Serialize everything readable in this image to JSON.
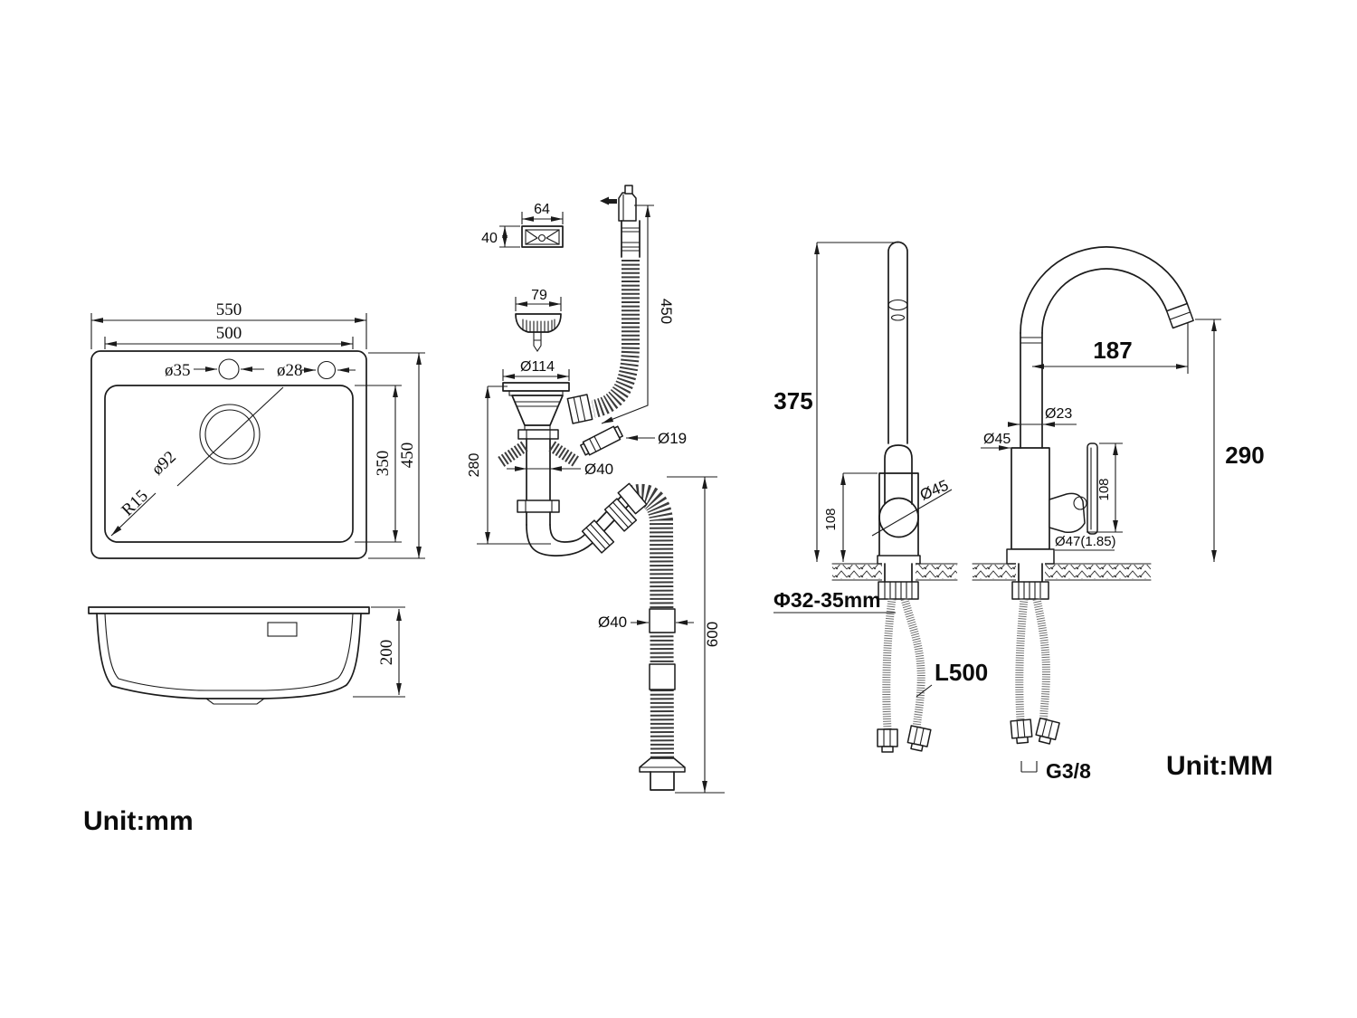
{
  "units": {
    "left": "Unit:mm",
    "right": "Unit:MM"
  },
  "sink_top_view": {
    "outer_width": "550",
    "inner_width": "500",
    "outer_depth": "450",
    "inner_depth": "350",
    "faucet_hole": "ø35",
    "accessory_hole": "ø28",
    "drain_hole": "ø92",
    "corner_radius": "R15"
  },
  "sink_side_view": {
    "depth": "200"
  },
  "drain_assembly": {
    "overflow_cover_width": "64",
    "overflow_cover_height": "40",
    "strainer_diameter": "79",
    "flange_diameter": "Ø114",
    "tailpiece_height": "280",
    "overflow_hose_length": "450",
    "overflow_pipe_diameter": "Ø19",
    "tailpipe_diameter": "Ø40",
    "outlet_hose_diameter": "Ø40",
    "outlet_hose_length": "600"
  },
  "faucet_front_view": {
    "total_height": "375",
    "body_height": "108",
    "handle_diameter": "Ø45",
    "mounting_hole": "Φ32-35mm",
    "supply_hose": "L500"
  },
  "faucet_side_view": {
    "spout_reach": "187",
    "spout_height": "290",
    "spout_pipe_diameter": "Ø23",
    "body_diameter": "Ø45",
    "handle_height": "108",
    "base_diameter": "Ø47(1.85)",
    "thread": "G3/8"
  }
}
